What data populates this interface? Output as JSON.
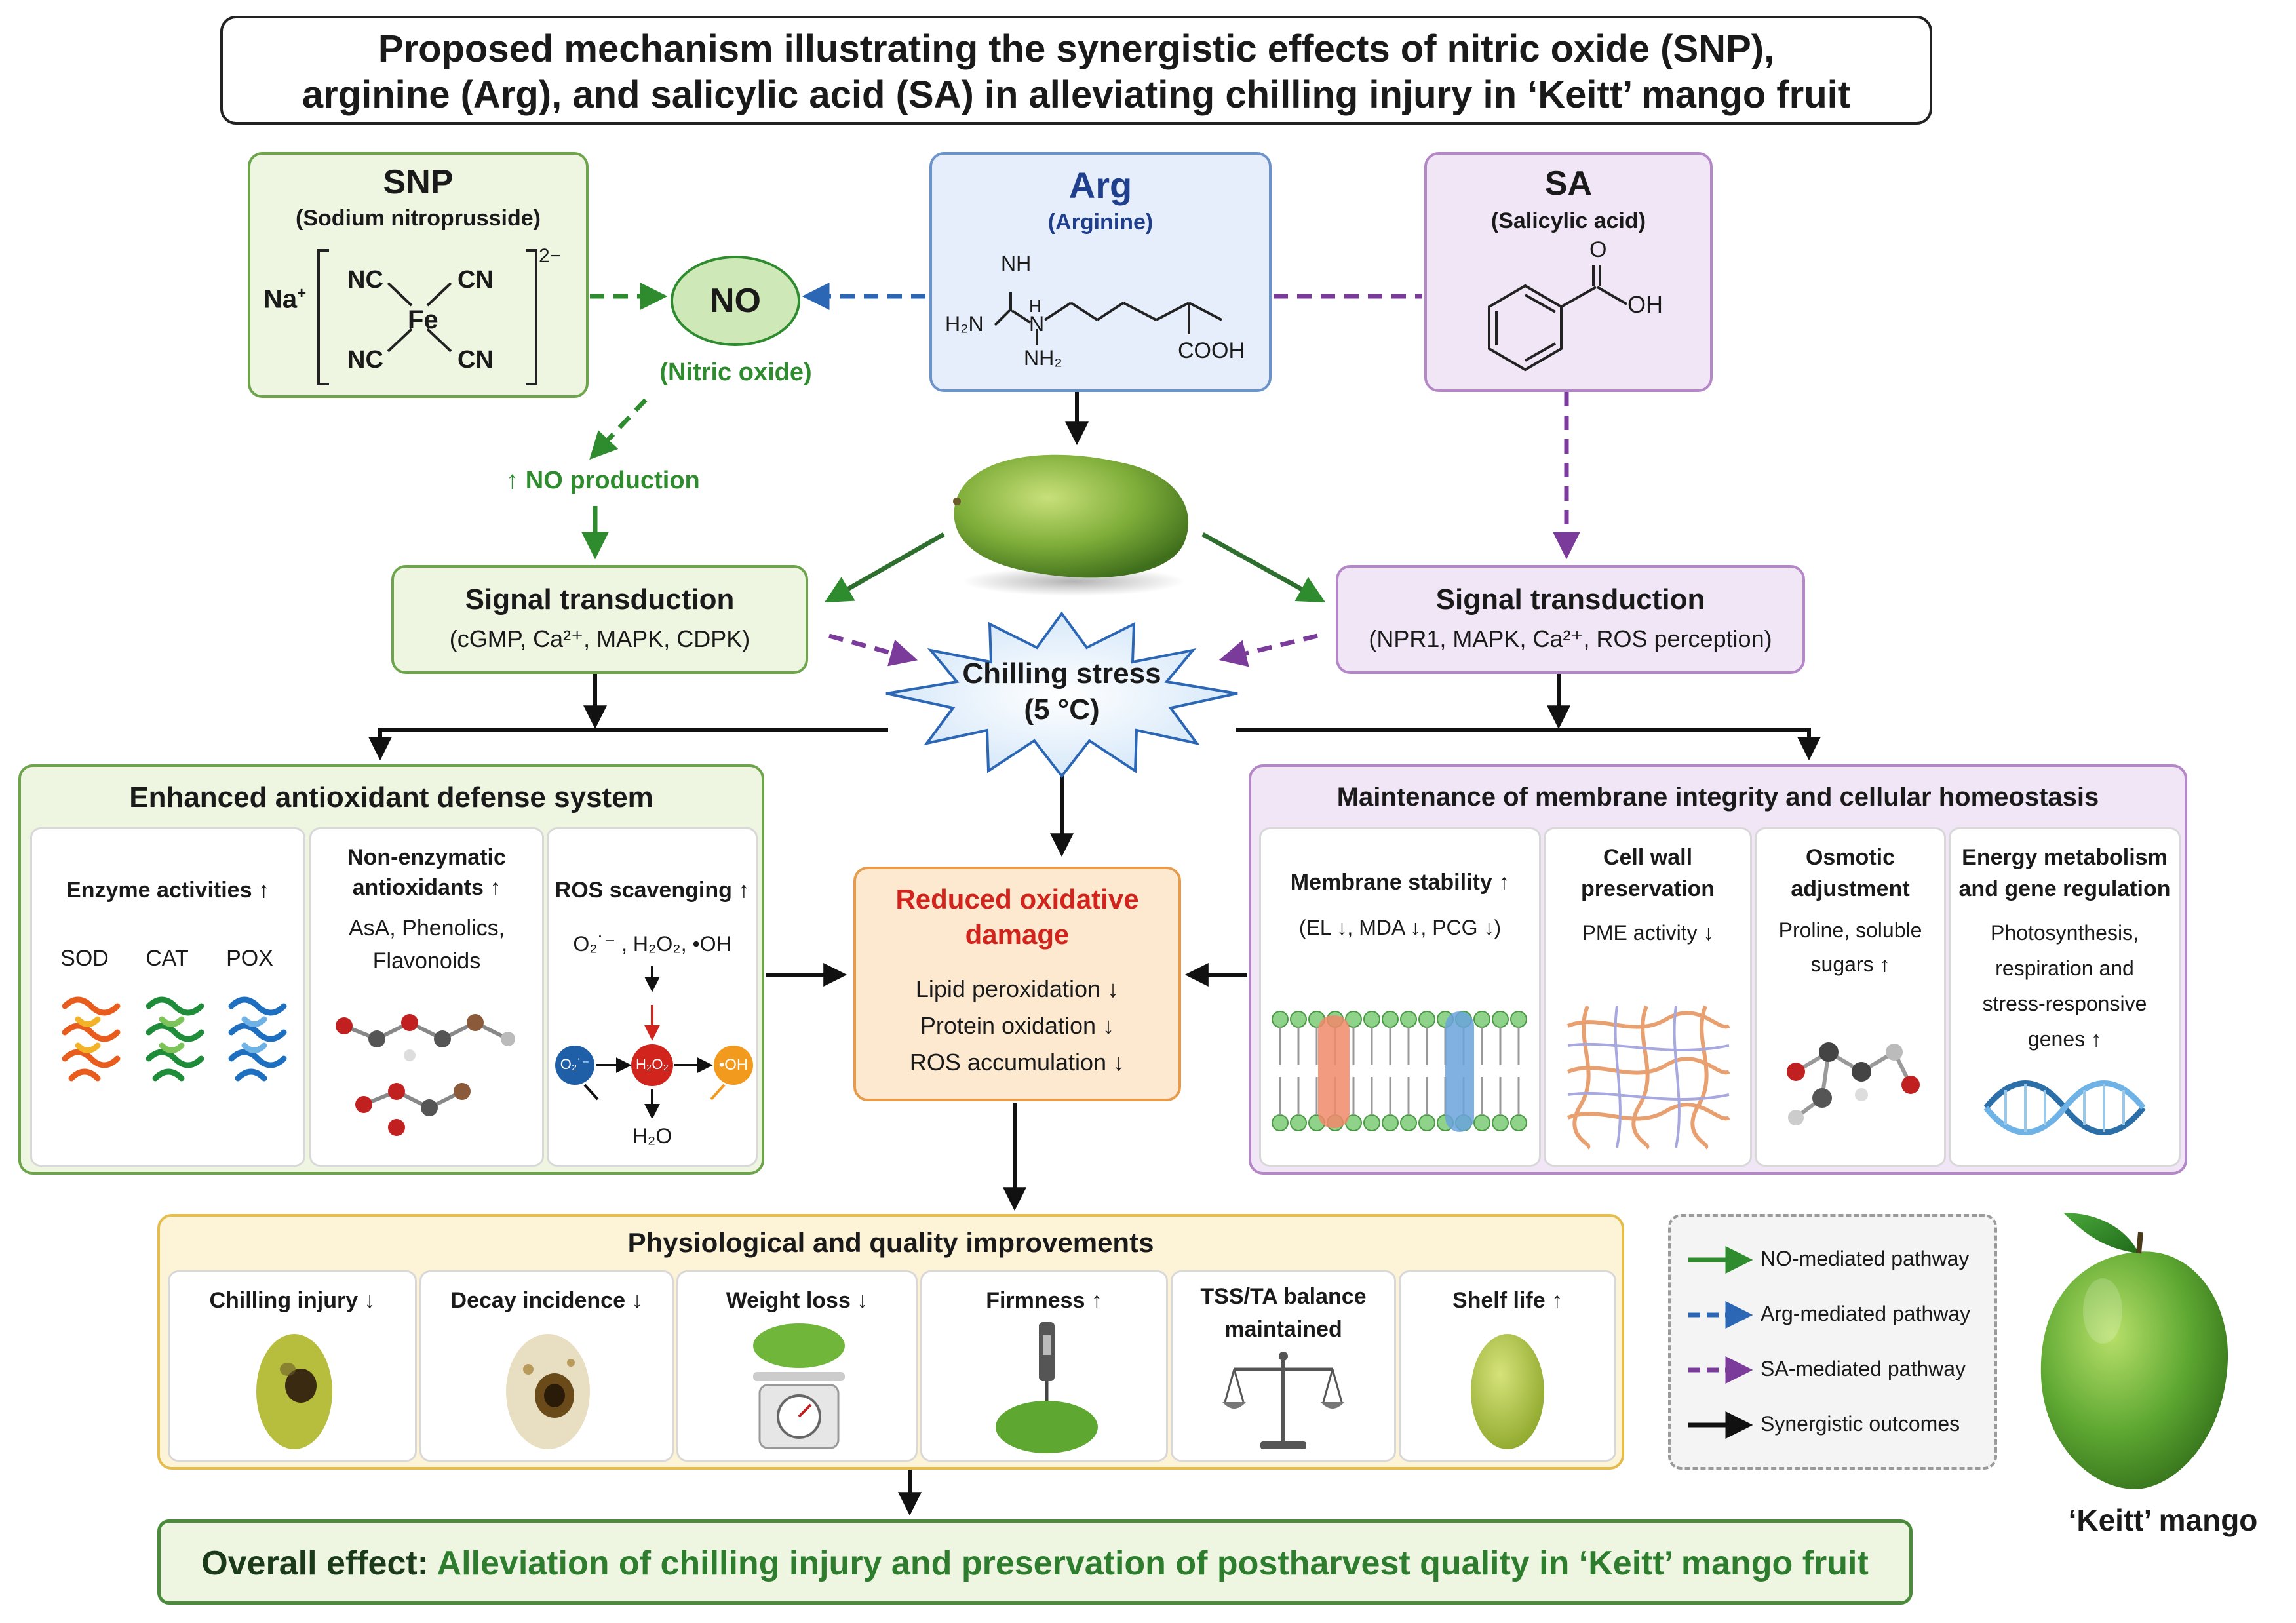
{
  "title": {
    "line1": "Proposed mechanism illustrating the synergistic effects of nitric oxide (SNP),",
    "line2": "arginine (Arg), and salicylic acid (SA) in alleviating chilling injury in ‘Keitt’ mango fruit"
  },
  "snp": {
    "name": "SNP",
    "full": "(Sodium nitroprusside)",
    "formula": {
      "na": "Na",
      "na_sup": "+",
      "charge": "2−",
      "fe": "Fe",
      "ligand": "NC",
      "ligand_r": "CN"
    }
  },
  "no": {
    "label": "NO",
    "caption": "(Nitric oxide)",
    "production": "↑ NO production"
  },
  "arg": {
    "name": "Arg",
    "full": "(Arginine)",
    "atoms": {
      "nh": "NH",
      "h2n": "H₂N",
      "n": "N",
      "h": "H",
      "nh2": "NH₂",
      "cooh": "COOH"
    }
  },
  "sa": {
    "name": "SA",
    "full": "(Salicylic acid)",
    "atoms": {
      "o": "O",
      "oh": "OH"
    }
  },
  "signal_left": {
    "title": "Signal transduction",
    "detail": "(cGMP, Ca²⁺, MAPK, CDPK)"
  },
  "signal_right": {
    "title": "Signal transduction",
    "detail": "(NPR1, MAPK, Ca²⁺, ROS perception)"
  },
  "stress": {
    "line1": "Chilling stress",
    "line2": "(5 °C)"
  },
  "antioxidant": {
    "title": "Enhanced antioxidant defense system",
    "enzyme": {
      "title": "Enzyme activities ↑",
      "items": [
        "SOD",
        "CAT",
        "POX"
      ]
    },
    "nonenzymatic": {
      "title1": "Non-enzymatic",
      "title2": "antioxidants ↑",
      "text1": "AsA, Phenolics,",
      "text2": "Flavonoids"
    },
    "ros": {
      "title": "ROS scavenging ↑",
      "species": "O₂˙⁻ , H₂O₂, •OH",
      "o2": "O₂˙⁻",
      "h2o2": "H₂O₂",
      "oh": "•OH",
      "water": "H₂O"
    }
  },
  "oxidative": {
    "title1": "Reduced oxidative",
    "title2": "damage",
    "items": [
      "Lipid peroxidation ↓",
      "Protein oxidation ↓",
      "ROS accumulation ↓"
    ]
  },
  "membrane": {
    "title": "Maintenance of membrane integrity and cellular homeostasis",
    "stability": {
      "title": "Membrane stability ↑",
      "text": "(EL ↓, MDA ↓, PCG ↓)"
    },
    "cellwall": {
      "title1": "Cell wall",
      "title2": "preservation",
      "text": "PME activity ↓"
    },
    "osmotic": {
      "title1": "Osmotic",
      "title2": "adjustment",
      "text1": "Proline, soluble",
      "text2": "sugars ↑"
    },
    "energy": {
      "title1": "Energy metabolism",
      "title2": "and gene regulation",
      "text1": "Photosynthesis,",
      "text2": "respiration and",
      "text3": "stress-responsive",
      "text4": "genes ↑"
    }
  },
  "physio": {
    "title": "Physiological and quality improvements",
    "items": [
      {
        "label": "Chilling injury ↓",
        "label2": ""
      },
      {
        "label": "Decay incidence ↓",
        "label2": ""
      },
      {
        "label": "Weight loss ↓",
        "label2": ""
      },
      {
        "label": "Firmness ↑",
        "label2": ""
      },
      {
        "label": "TSS/TA balance",
        "label2": "maintained"
      },
      {
        "label": "Shelf life ↑",
        "label2": ""
      }
    ]
  },
  "legend": {
    "items": [
      {
        "label": "NO-mediated pathway",
        "color": "#2e8b2e",
        "dash": false
      },
      {
        "label": "Arg-mediated pathway",
        "color": "#2c67b5",
        "dash": true
      },
      {
        "label": "SA-mediated pathway",
        "color": "#7b3b9a",
        "dash": true
      },
      {
        "label": "Synergistic outcomes",
        "color": "#111111",
        "dash": false
      }
    ]
  },
  "overall": {
    "prefix": "Overall effect:",
    "text": "Alleviation of chilling injury and preservation of postharvest quality in ‘Keitt’ mango fruit"
  },
  "mango_caption": "‘Keitt’ mango",
  "colors": {
    "green": "#2e8b2e",
    "blue": "#2c67b5",
    "purple": "#7b3b9a",
    "red": "#d0241c",
    "black": "#111111"
  }
}
